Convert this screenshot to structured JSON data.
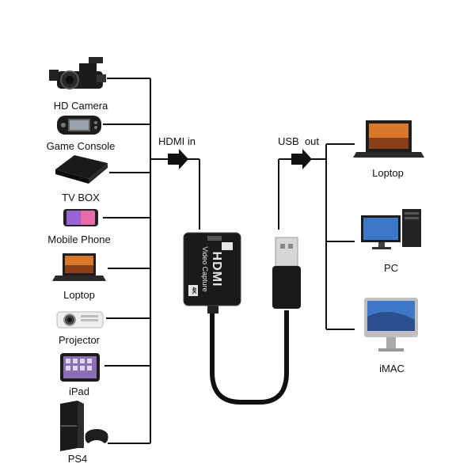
{
  "inputs": {
    "hd_camera": "HD Camera",
    "game_console": "Game Console",
    "tv_box": "TV BOX",
    "mobile_phone": "Mobile Phone",
    "laptop": "Loptop",
    "projector": "Projector",
    "ipad": "iPad",
    "ps4": "PS4"
  },
  "flow": {
    "hdmi_in": "HDMI in",
    "usb_out": "USB  out"
  },
  "device": {
    "brand": "HDMI",
    "subtitle": "Video Capture",
    "badge": "4K"
  },
  "outputs": {
    "laptop": "Loptop",
    "pc": "PC",
    "imac": "iMAC"
  },
  "colors": {
    "line": "#111111",
    "device_body": "#1a1a1a",
    "screen_accent": "#d9772b",
    "imac_screen": "#3d77c9"
  }
}
